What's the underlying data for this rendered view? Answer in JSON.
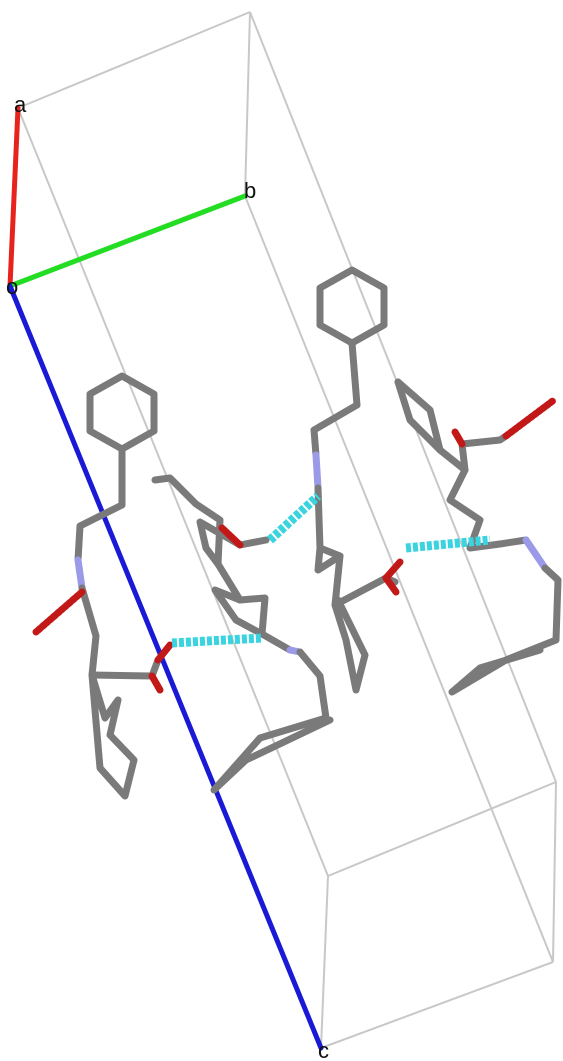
{
  "axes": {
    "a_label": "a",
    "b_label": "b",
    "c_label": "c",
    "origin_label": "o",
    "a_color": "#e8231e",
    "b_color": "#22dd22",
    "c_color": "#1a1ad6"
  },
  "colors": {
    "cell_edge": "#c8c8c8",
    "carbon": "#7a7a7a",
    "nitrogen": "#9a9ae8",
    "oxygen": "#c21818",
    "hydrogen_bond": "#3ad4e0"
  }
}
